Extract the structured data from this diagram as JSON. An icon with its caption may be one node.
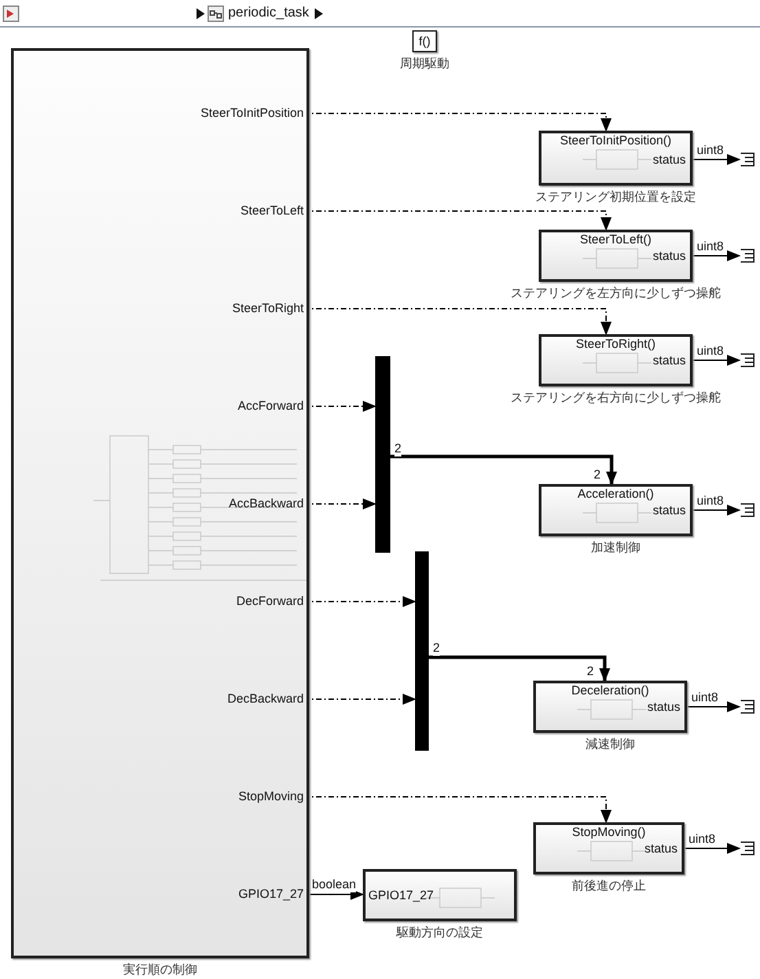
{
  "diagram": {
    "nodes": [
      {
        "text": [
          "実行順の制御"
        ]
      },
      {
        "text": [
          "f()",
          "周期駆動"
        ]
      },
      {
        "text": [
          "SteerToInitPosition"
        ],
        "in": 0
      },
      {
        "text": [
          "SteerToLeft"
        ],
        "in": 0
      },
      {
        "text": [
          "SteerToRight"
        ],
        "in": 0
      },
      {
        "text": [
          "AccForward"
        ],
        "in": 0
      },
      {
        "text": [
          "AccBackward"
        ],
        "in": 0
      },
      {
        "text": [
          "DecForward"
        ],
        "in": 0
      },
      {
        "text": [
          "DecBackward"
        ],
        "in": 0
      },
      {
        "text": [
          "StopMoving"
        ],
        "in": 0
      },
      {
        "text": [
          "GPIO17_27"
        ],
        "in": 0
      },
      {
        "text": [
          "SteerToInitPosition()",
          "status",
          "ステアリング初期位置を設定"
        ]
      },
      {
        "text": [
          "SteerToLeft()",
          "status",
          "ステアリングを左方向に少しずつ操舵"
        ]
      },
      {
        "text": [
          "SteerToRight()",
          "status",
          "ステアリングを右方向に少しずつ操舵"
        ]
      },
      {
        "text": [],
        "shape": "bar"
      },
      {
        "text": [
          "Acceleration()",
          "status",
          "加速制御"
        ]
      },
      {
        "text": [],
        "shape": "bar"
      },
      {
        "text": [
          "Deceleration()",
          "status",
          "減速制御"
        ]
      },
      {
        "text": [
          "StopMoving()",
          "status",
          "前後進の停止"
        ]
      },
      {
        "text": [
          "GPIO17_27",
          "駆動方向の設定"
        ]
      },
      {
        "text": [],
        "shape": "box"
      },
      {
        "text": [],
        "shape": "box"
      },
      {
        "text": [],
        "shape": "box"
      },
      {
        "text": [],
        "shape": "box"
      },
      {
        "text": [],
        "shape": "box"
      },
      {
        "text": [],
        "shape": "box"
      }
    ],
    "edges": [
      {
        "from": 2,
        "to": 11,
        "arrow": "to",
        "style": "dashed"
      },
      {
        "from": 3,
        "to": 12,
        "arrow": "to",
        "style": "dashed"
      },
      {
        "from": 4,
        "to": 13,
        "arrow": "to",
        "style": "dashed"
      },
      {
        "from": 5,
        "to": 14,
        "arrow": "to",
        "style": "dashed"
      },
      {
        "from": 6,
        "to": 14,
        "arrow": "to",
        "style": "dashed"
      },
      {
        "from": 14,
        "to": 15,
        "arrow": "to",
        "style": "thick",
        "label": "2"
      },
      {
        "from": 7,
        "to": 16,
        "arrow": "to",
        "style": "dashed"
      },
      {
        "from": 8,
        "to": 16,
        "arrow": "to",
        "style": "dashed"
      },
      {
        "from": 16,
        "to": 17,
        "arrow": "to",
        "style": "thick",
        "label": "2"
      },
      {
        "from": 9,
        "to": 18,
        "arrow": "to",
        "style": "dashed"
      },
      {
        "from": 10,
        "to": 19,
        "arrow": "to",
        "label": "boolean"
      },
      {
        "from": 11,
        "to": 20,
        "arrow": "to",
        "label": "uint8"
      },
      {
        "from": 12,
        "to": 21,
        "arrow": "to",
        "label": "uint8"
      },
      {
        "from": 13,
        "to": 22,
        "arrow": "to",
        "label": "uint8"
      },
      {
        "from": 15,
        "to": 23,
        "arrow": "to",
        "label": "uint8"
      },
      {
        "from": 17,
        "to": 24,
        "arrow": "to",
        "label": "uint8"
      },
      {
        "from": 18,
        "to": 25,
        "arrow": "to",
        "label": "uint8"
      }
    ],
    "labels": [
      "periodic_task",
      "2",
      "2"
    ]
  }
}
